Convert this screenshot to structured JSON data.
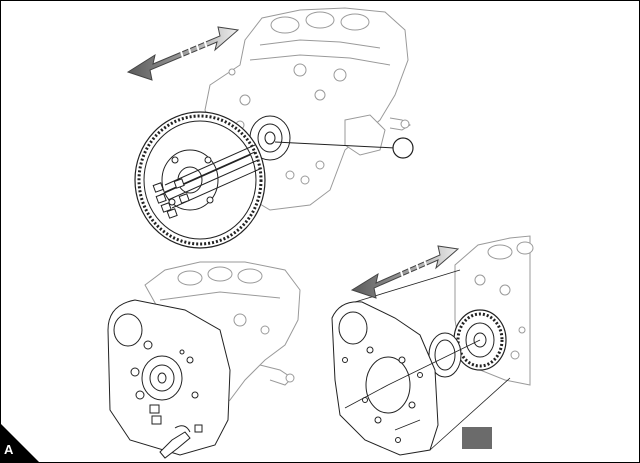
{
  "figure": {
    "corner_label": "A",
    "colors": {
      "line": "#222222",
      "light_line": "#9a9a9a",
      "arrow_dark": "#6e6e6e",
      "arrow_light": "#e6e6e6",
      "gray_box": "#6b6b6b",
      "page_border": "#000000"
    },
    "icons": [
      "callout-circle",
      "direction-arrow"
    ]
  }
}
